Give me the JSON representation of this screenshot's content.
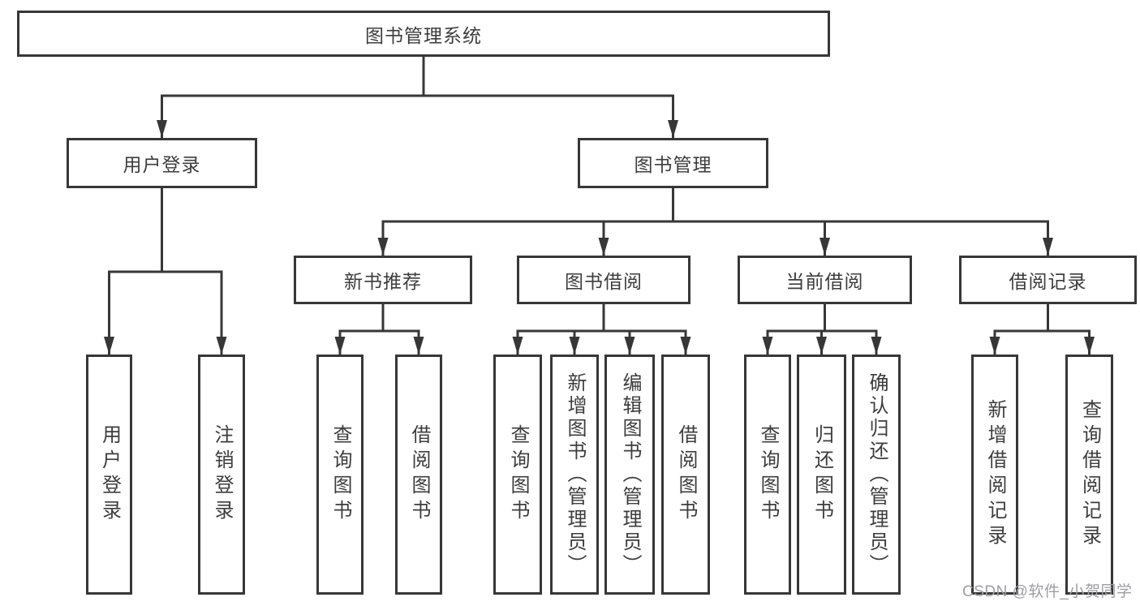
{
  "watermark": "CSDN @软件_小贺同学",
  "colors": {
    "line": "#373737",
    "text": "#3d3d3d",
    "watermark": "#9e9ea2",
    "background": "#ffffff"
  },
  "tree": {
    "root": {
      "label": "图书管理系统"
    },
    "branches": {
      "user_login": {
        "label": "用户登录",
        "children": {
          "login": {
            "label": "用户登录"
          },
          "logout": {
            "label": "注销登录"
          }
        }
      },
      "book_management": {
        "label": "图书管理",
        "children": {
          "new_book_recommend": {
            "label": "新书推荐",
            "children": {
              "query_books": {
                "label": "查询图书"
              },
              "borrow_books": {
                "label": "借阅图书"
              }
            }
          },
          "book_borrow": {
            "label": "图书借阅",
            "children": {
              "query_books": {
                "label": "查询图书"
              },
              "add_books": {
                "label": "新增图书（管理员）"
              },
              "edit_books": {
                "label": "编辑图书（管理员）"
              },
              "borrow_books": {
                "label": "借阅图书"
              }
            }
          },
          "current_borrow": {
            "label": "当前借阅",
            "children": {
              "query_books": {
                "label": "查询图书"
              },
              "return_books": {
                "label": "归还图书"
              },
              "confirm_return": {
                "label": "确认归还（管理员）"
              }
            }
          },
          "borrow_record": {
            "label": "借阅记录",
            "children": {
              "add_record": {
                "label": "新增借阅记录"
              },
              "query_record": {
                "label": "查询借阅记录"
              }
            }
          }
        }
      }
    }
  }
}
